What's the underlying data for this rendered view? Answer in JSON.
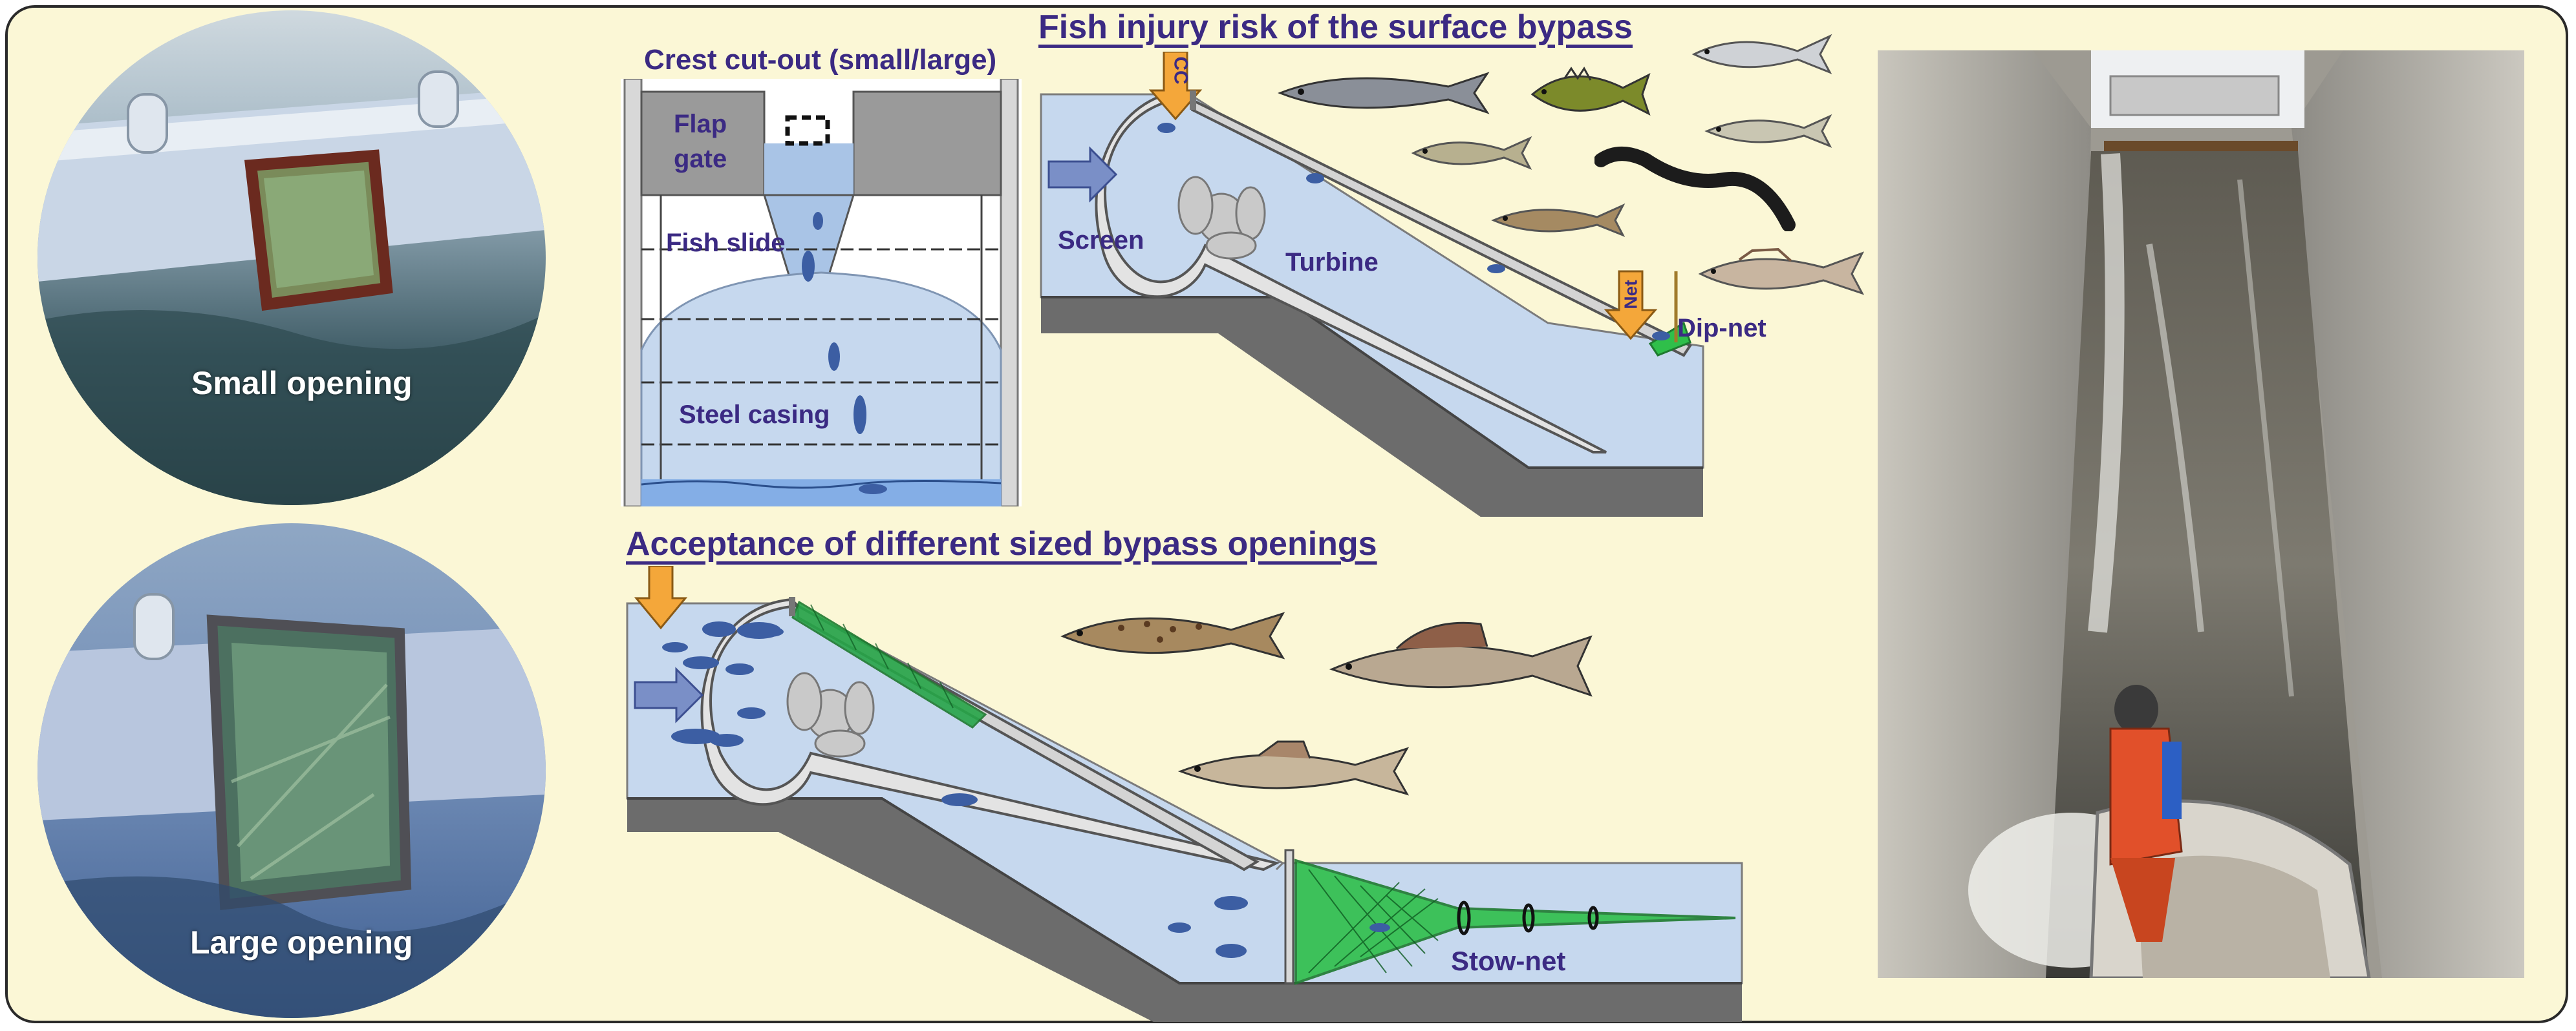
{
  "colors": {
    "panel_bg": "#fbf7d6",
    "text_dark": "#3b2a83",
    "water": "#c6d8ee",
    "fish_blue": "#3c5ea3",
    "arrow_orange": "#f4a73a",
    "net_green": "#1f9a3c",
    "concrete": "#c2c2c2",
    "channel_dark": "#6c6c6c"
  },
  "left_photos": {
    "small": {
      "label": "Small opening"
    },
    "large": {
      "label": "Large opening"
    }
  },
  "crest_panel": {
    "title": "Crest cut-out (small/large)",
    "flap_gate": [
      "Flap",
      "gate"
    ],
    "fish_slide": "Fish slide",
    "steel_casing": "Steel casing"
  },
  "injury_section": {
    "heading": "Fish injury risk of the surface bypass",
    "cc_marker": "CC",
    "net_marker": "Net",
    "screen": "Screen",
    "turbine": "Turbine",
    "dip_net": "Dip-net",
    "icons": [
      "salmon-icon",
      "perch-icon",
      "whitefish-icon",
      "roach-icon",
      "eel-icon",
      "trout-icon",
      "grayling-icon"
    ]
  },
  "acceptance_section": {
    "heading": "Acceptance of different sized bypass openings",
    "stow_net": "Stow-net",
    "icons": [
      "brown-trout-icon",
      "grayling-icon",
      "barbel-icon"
    ]
  },
  "right_photo": {
    "icon": "bypass-channel-photo"
  }
}
